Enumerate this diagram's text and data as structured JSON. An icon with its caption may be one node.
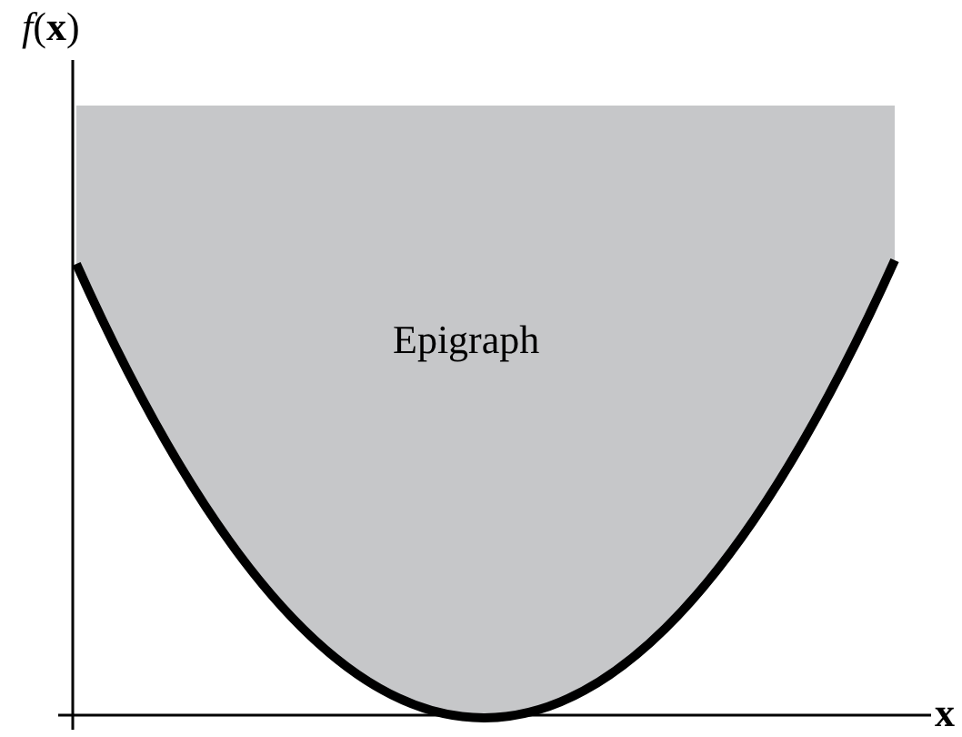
{
  "diagram": {
    "nodes": [
      {
        "text": [
          "Epigraph"
        ]
      }
    ],
    "labels": [
      "*f*(**x**)",
      "x"
    ]
  }
}
